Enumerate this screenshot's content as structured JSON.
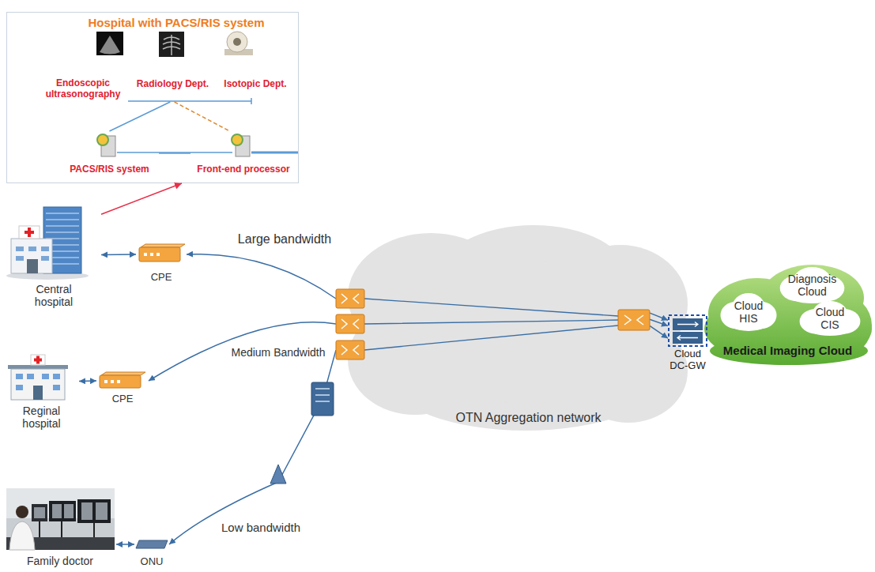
{
  "diagram": {
    "nodes": [
      {
        "text": [
          "Hospital with PACS/RIS system"
        ]
      },
      {
        "text": [
          "Endoscopic ultrasonography"
        ],
        "in": 0
      },
      {
        "text": [
          "Radiology Dept."
        ],
        "in": 0
      },
      {
        "text": [
          "Isotopic Dept."
        ],
        "in": 0
      },
      {
        "text": [
          "PACS/RIS system"
        ],
        "in": 0
      },
      {
        "text": [
          "Front-end processor"
        ],
        "in": 0
      },
      {
        "text": [
          "Central hospital"
        ]
      },
      {
        "text": [
          "CPE"
        ]
      },
      {
        "text": [
          "Reginal hospital"
        ]
      },
      {
        "text": [
          "CPE"
        ]
      },
      {
        "text": [
          "Family doctor"
        ]
      },
      {
        "text": [
          "ONU"
        ]
      },
      {
        "text": [
          "OTN Aggregation network"
        ]
      },
      {
        "text": [
          "Medical Imaging Cloud"
        ]
      },
      {
        "text": [
          "Cloud DC-GW"
        ]
      },
      {
        "text": [
          "Diagnosis Cloud"
        ],
        "in": 13
      },
      {
        "text": [
          "Cloud HIS"
        ],
        "in": 13
      },
      {
        "text": [
          "Cloud CIS"
        ],
        "in": 13
      }
    ],
    "edges": [
      {
        "from": 6,
        "to": 0,
        "arrow": "to"
      },
      {
        "from": 2,
        "to": 4,
        "arrow": "none"
      },
      {
        "from": 2,
        "to": 5,
        "arrow": "none"
      },
      {
        "from": 4,
        "to": 5,
        "arrow": "none"
      },
      {
        "from": 6,
        "to": 7,
        "arrow": "both"
      },
      {
        "from": 12,
        "to": 7,
        "label": "Large bandwidth",
        "arrow": "to"
      },
      {
        "from": 8,
        "to": 9,
        "arrow": "both"
      },
      {
        "from": 12,
        "to": 9,
        "label": "Medium Bandwidth",
        "arrow": "to"
      },
      {
        "from": 10,
        "to": 11,
        "arrow": "both"
      },
      {
        "from": 12,
        "to": 11,
        "label": "Low bandwidth",
        "arrow": "to"
      },
      {
        "from": 12,
        "to": 14,
        "arrow": "to"
      },
      {
        "from": 12,
        "to": 14,
        "arrow": "to"
      },
      {
        "from": 12,
        "to": 14,
        "arrow": "to"
      }
    ]
  }
}
